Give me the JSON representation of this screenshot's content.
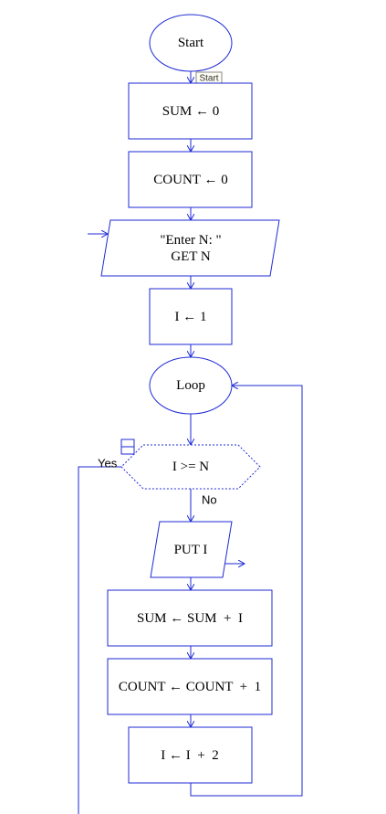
{
  "colors": {
    "line": "#1e2ad6",
    "fill": "#ffffff",
    "text": "#000000",
    "tooltip_border": "#8a8a8a",
    "tooltip_fill": "#fdfdf2"
  },
  "flowchart": {
    "start": "Start",
    "tooltip": "Start",
    "sum_init": "SUM ← 0",
    "count_init": "COUNT ← 0",
    "input_prompt": "\"Enter N: \"",
    "input_get": "GET N",
    "i_init": "I ← 1",
    "loop": "Loop",
    "condition": "I >= N",
    "yes_label": "Yes",
    "no_label": "No",
    "output": "PUT I",
    "sum_update": "SUM ← SUM  +  I",
    "count_update": "COUNT ← COUNT  +  1",
    "i_update": "I ← I  +  2"
  }
}
